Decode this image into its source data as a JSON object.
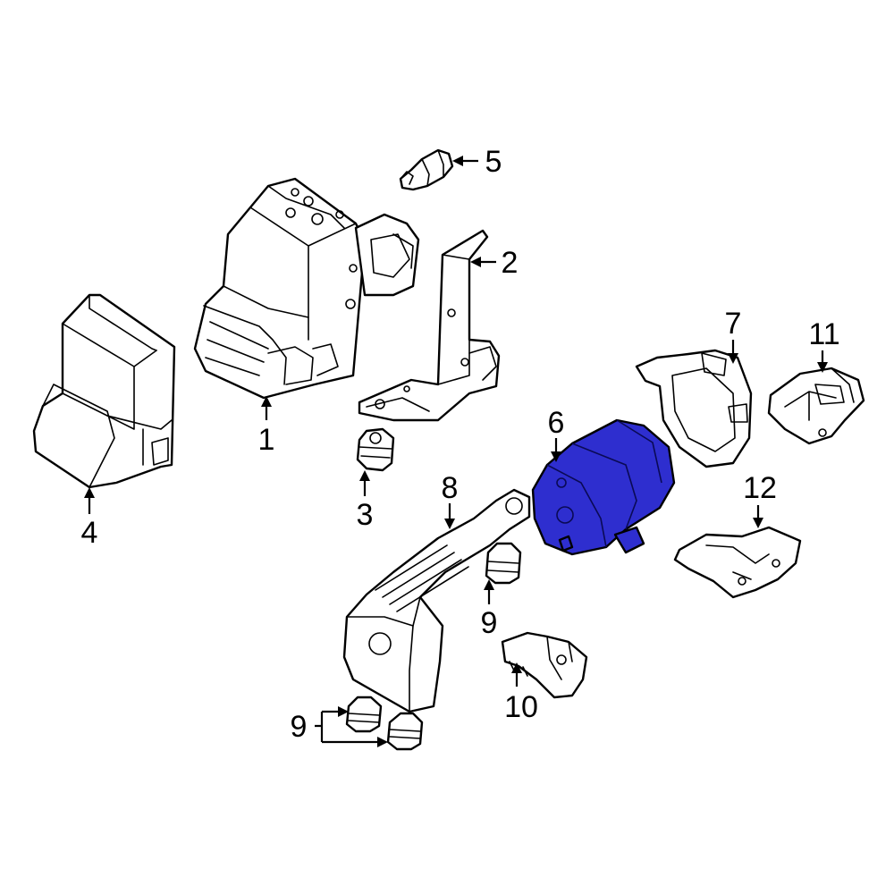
{
  "callouts": {
    "c1": "1",
    "c2": "2",
    "c3": "3",
    "c4": "4",
    "c5": "5",
    "c6": "6",
    "c7": "7",
    "c8": "8",
    "c9a": "9",
    "c9b": "9",
    "c10": "10",
    "c11": "11",
    "c12": "12"
  },
  "colors": {
    "highlight": "#2e2ecf",
    "line": "#000000",
    "background": "#ffffff"
  }
}
